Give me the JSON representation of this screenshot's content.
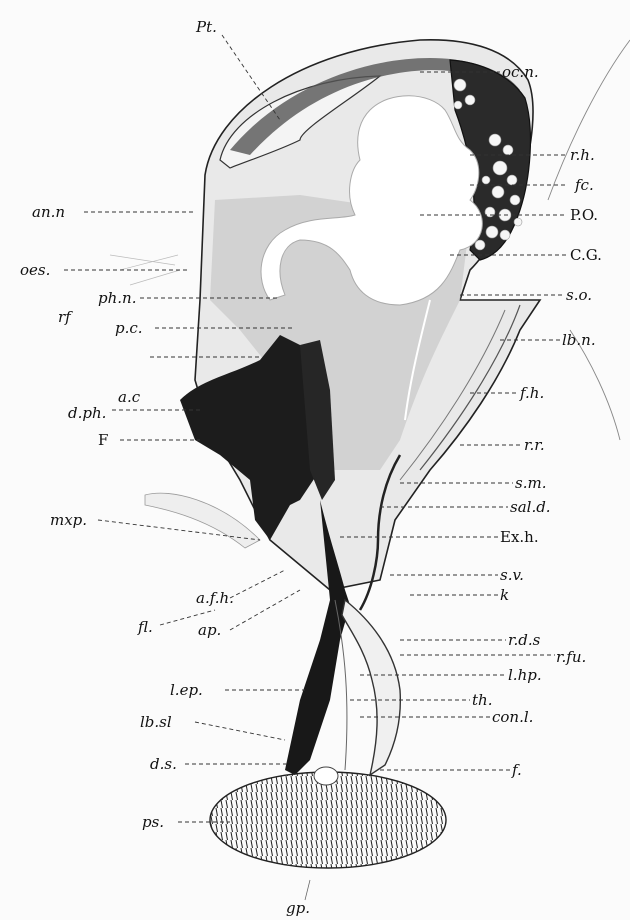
{
  "figure": {
    "labels": {
      "pt": "Pt.",
      "oc_n": "oc.n.",
      "r_h": "r.h.",
      "fc": "fc.",
      "po": "P.O.",
      "cg": "C.G.",
      "s_o": "s.o.",
      "lb_n": "lb.n.",
      "f_h": "f.h.",
      "r_r": "r.r.",
      "s_m": "s.m.",
      "sal_d": "sal.d.",
      "ex_h": "Ex.h.",
      "s_v": "s.v.",
      "k": "k",
      "r_d_s": "r.d.s",
      "r_fu": "r.fu.",
      "l_hp": "l.hp.",
      "th": "th.",
      "con_l": "con.l.",
      "f": "f.",
      "an_n": "an.n",
      "oes": "oes.",
      "ph_n": "ph.n.",
      "rf": "rf",
      "p_c": "p.c.",
      "a_c": "a.c",
      "d_ph": "d.ph.",
      "F": "F",
      "mxp": "mxp.",
      "a_f_h": "a.f.h.",
      "fl": "fl.",
      "ap": "ap.",
      "l_ep": "l.ep.",
      "lb_sl": "lb.sl",
      "d_s": "d.s.",
      "ps": "ps.",
      "gp": "gp."
    }
  }
}
